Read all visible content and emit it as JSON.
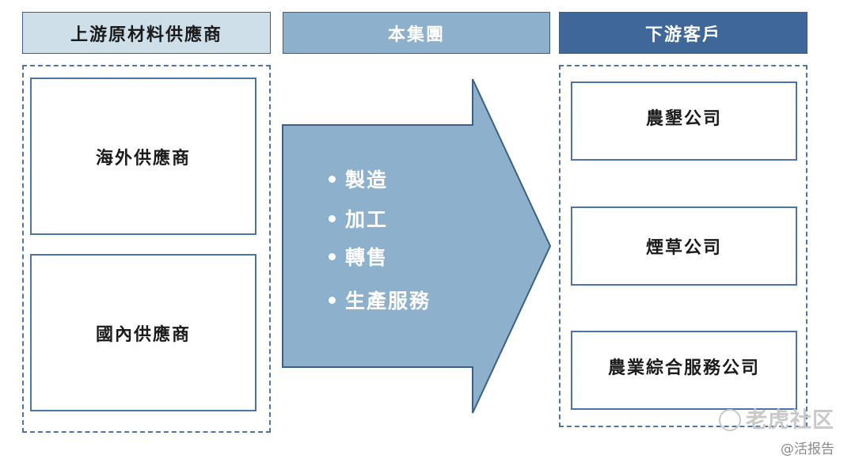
{
  "headers": {
    "upstream": "上游原材料供應商",
    "group": "本集團",
    "downstream": "下游客戶"
  },
  "upstream_boxes": [
    "海外供應商",
    "國內供應商"
  ],
  "group_activities": [
    "製造",
    "加工",
    "轉售",
    "生產服務"
  ],
  "downstream_boxes": [
    "農墾公司",
    "煙草公司",
    "農業綜合服務公司"
  ],
  "watermark": {
    "logo_text": "老虎社区",
    "handle": "@活报告"
  },
  "colors": {
    "upstream_header": "#cfdfe9",
    "group_header": "#8db1cc",
    "downstream_header": "#3f6898",
    "arrow_fill": "#8db1cc",
    "border": "#3c5f86"
  }
}
